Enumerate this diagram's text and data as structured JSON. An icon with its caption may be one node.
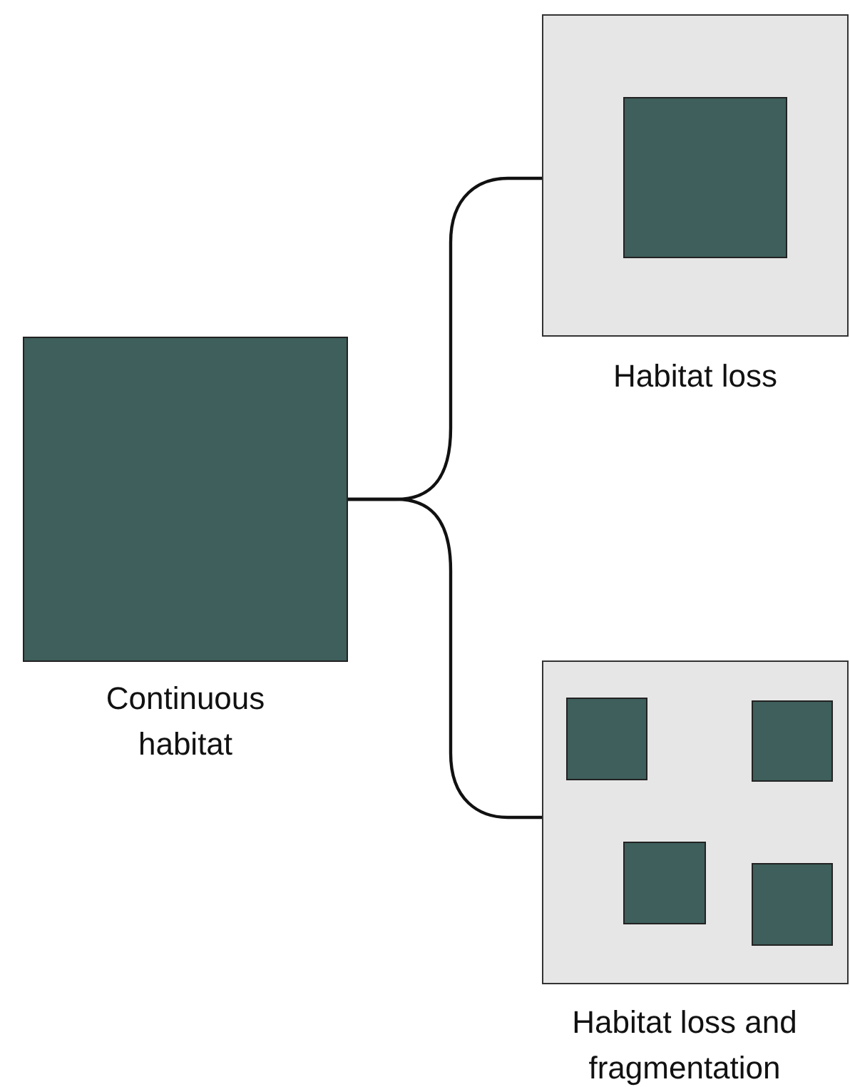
{
  "diagram": {
    "nodes": [
      {
        "text": [
          "Continuous habitat"
        ]
      },
      {
        "text": [
          "Habitat loss"
        ]
      },
      {
        "text": [],
        "shape": "box",
        "in": 1
      },
      {
        "text": [
          "Habitat loss and fragmentation"
        ]
      },
      {
        "text": [],
        "shape": "box",
        "in": 3
      },
      {
        "text": [],
        "shape": "box",
        "in": 3
      },
      {
        "text": [],
        "shape": "box",
        "in": 3
      },
      {
        "text": [],
        "shape": "box",
        "in": 3
      }
    ],
    "edges": [
      {
        "from": 0,
        "to": 1,
        "arrow": "none"
      },
      {
        "from": 0,
        "to": 3,
        "arrow": "none"
      }
    ]
  }
}
